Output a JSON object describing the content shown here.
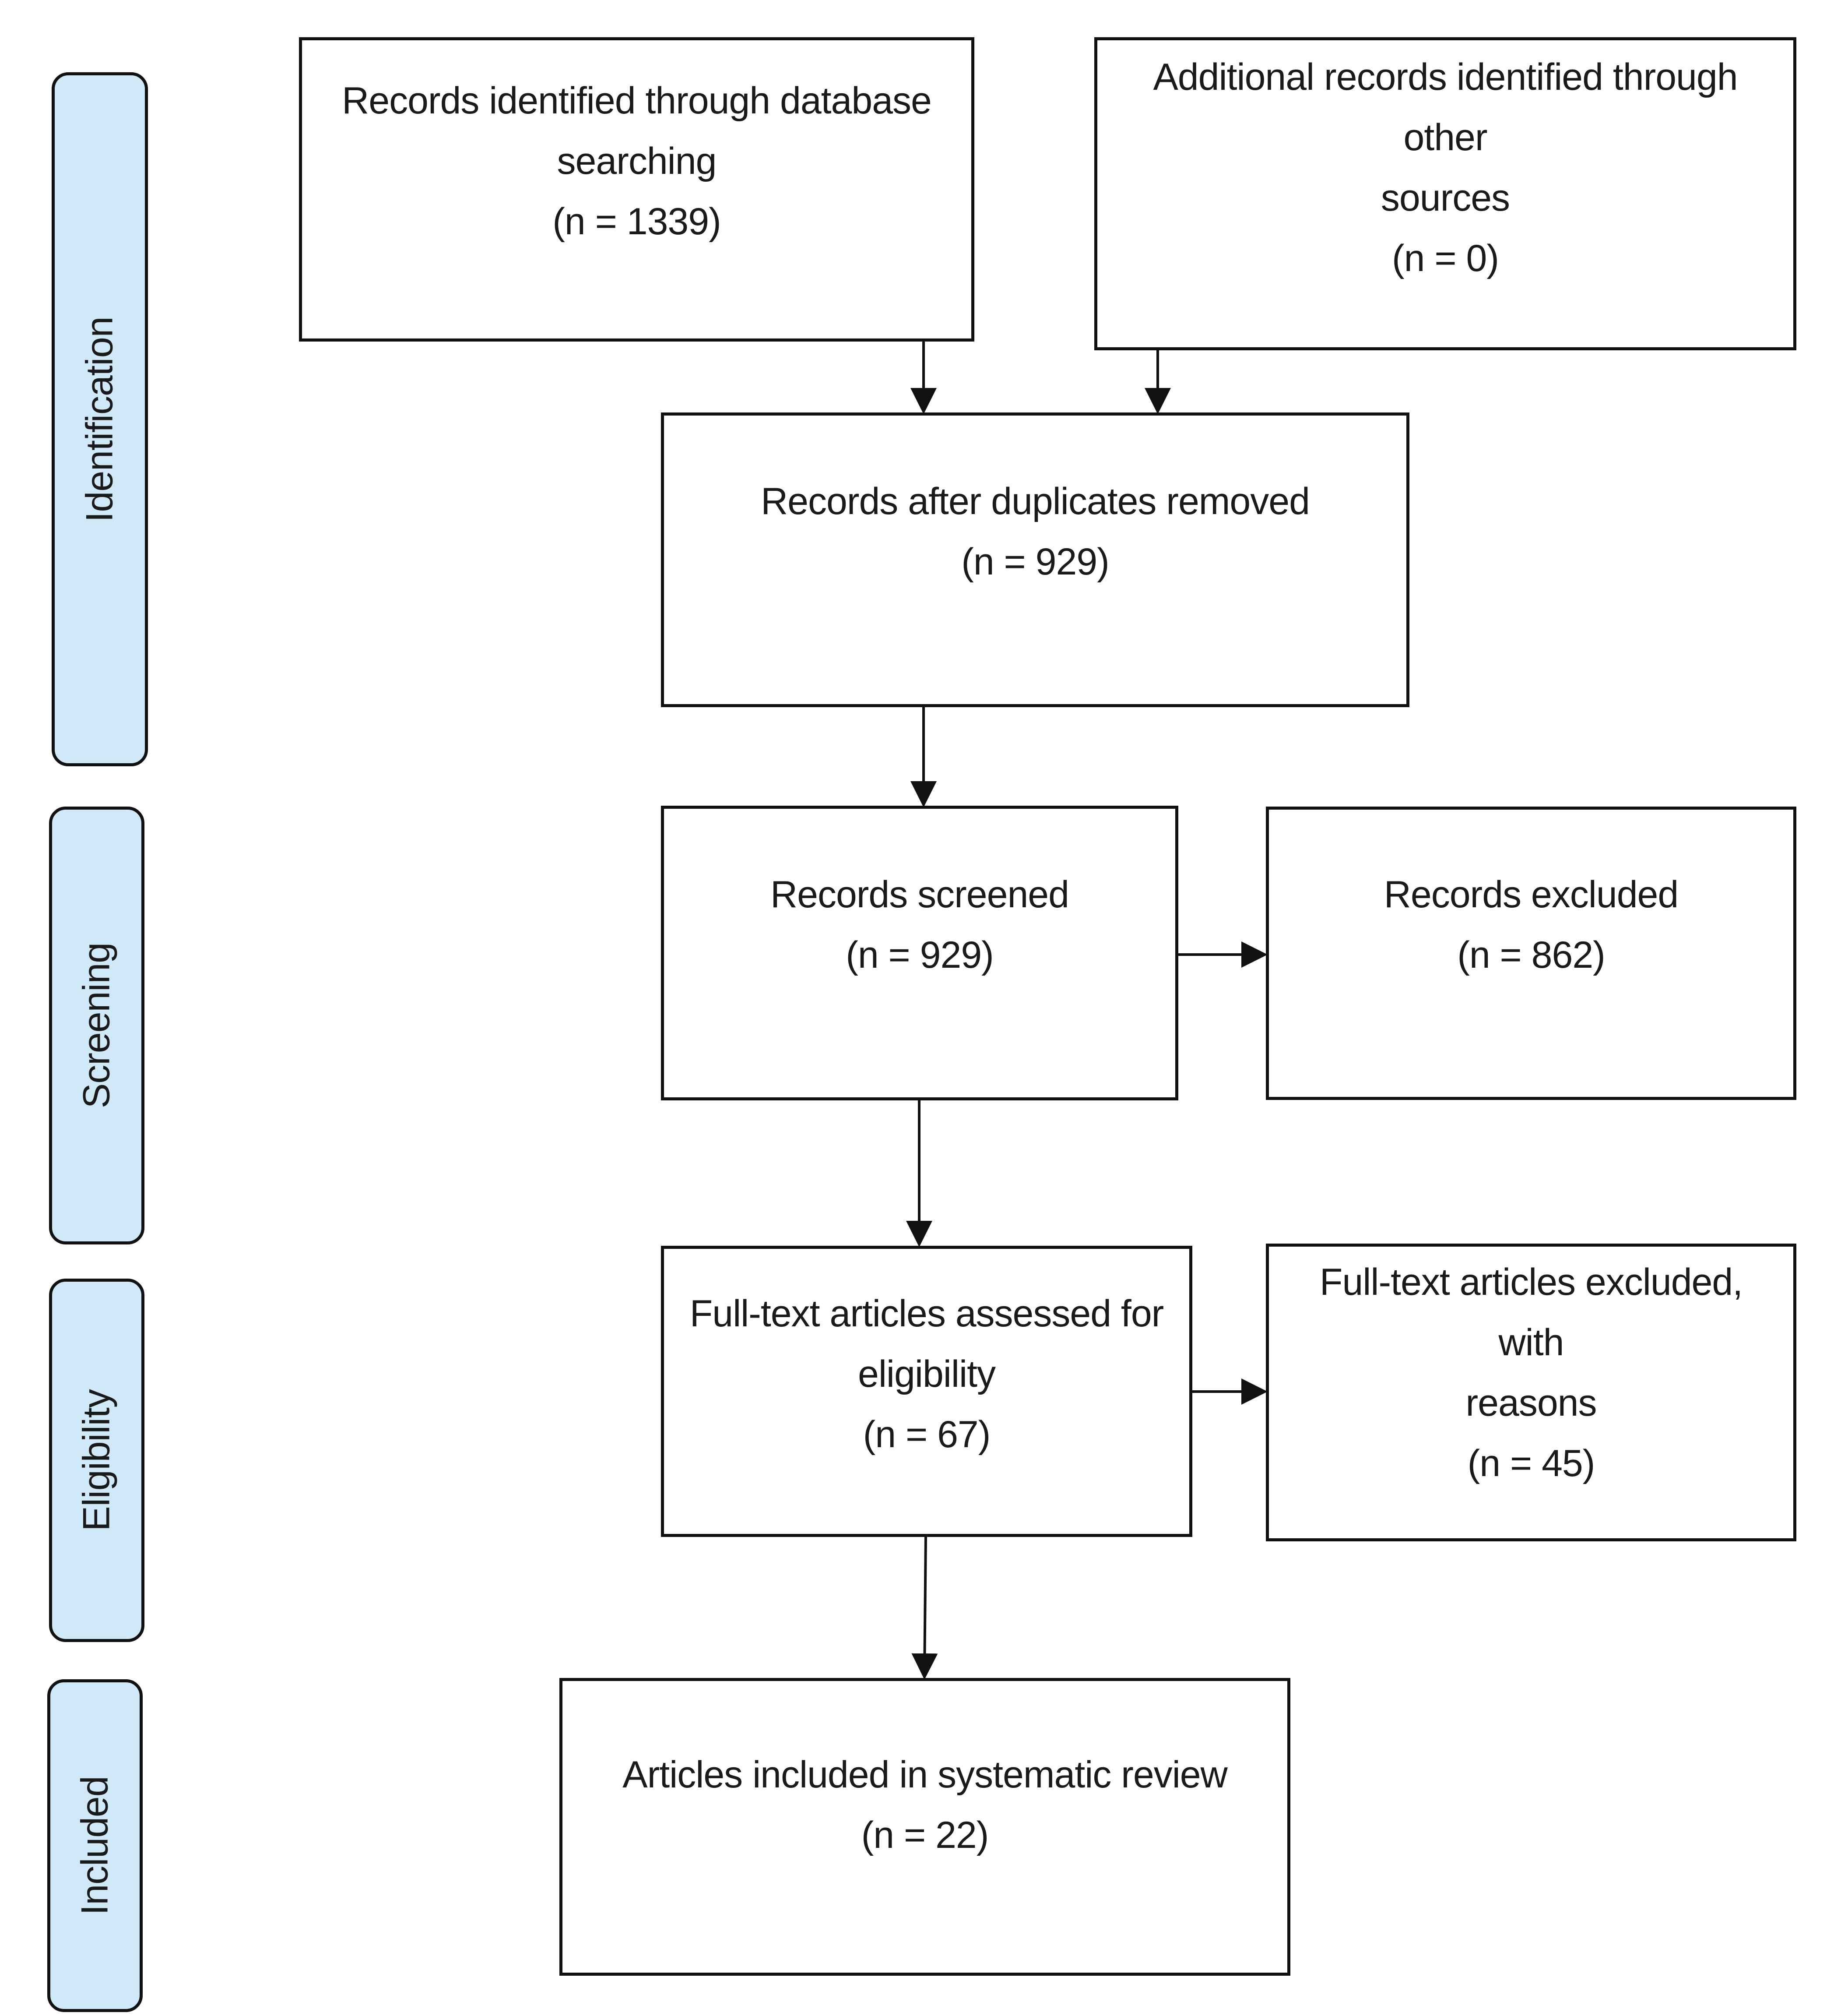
{
  "stages": {
    "identification": "Identification",
    "screening": "Screening",
    "eligibility": "Eligibility",
    "included": "Included"
  },
  "boxes": {
    "db_records": {
      "line1": "Records identified through database",
      "line2": "searching",
      "count": "(n = 1339)"
    },
    "other_records": {
      "line1": "Additional records identified through other",
      "line2": "sources",
      "count": "(n = 0)"
    },
    "deduplicated": {
      "line1": "Records after duplicates removed",
      "count": "(n = 929)"
    },
    "screened": {
      "line1": "Records screened",
      "count": "(n = 929)"
    },
    "excluded": {
      "line1": "Records excluded",
      "count": "(n = 862)"
    },
    "fulltext_assessed": {
      "line1": "Full-text articles assessed for",
      "line2": "eligibility",
      "count": "(n = 67)"
    },
    "fulltext_excluded": {
      "line1": "Full-text articles excluded, with",
      "line2": "reasons",
      "count": "(n = 45)"
    },
    "included": {
      "line1": "Articles included in systematic review",
      "count": "(n = 22)"
    }
  },
  "colors": {
    "stage_fill": "#cfe9f9",
    "stroke": "#111111"
  }
}
